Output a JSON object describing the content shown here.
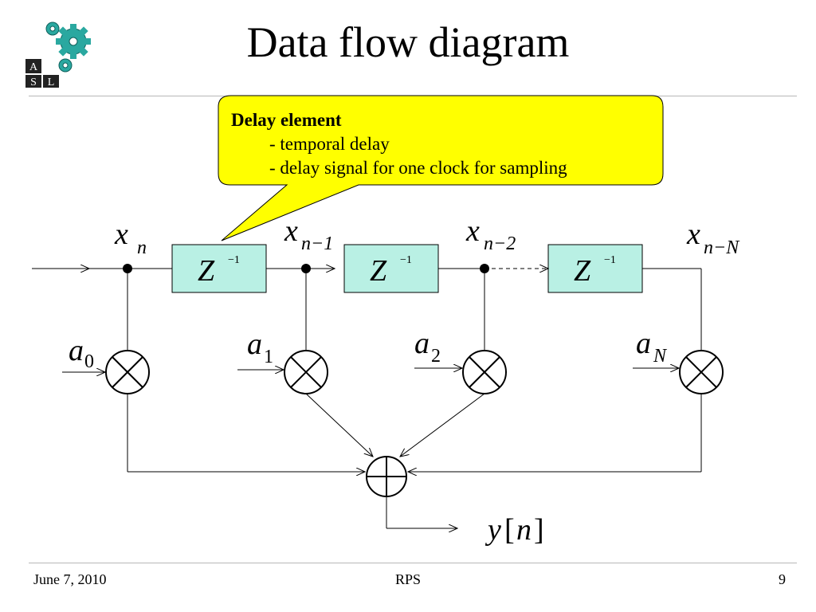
{
  "title": "Data flow diagram",
  "callout": {
    "heading": "Delay element",
    "lines": [
      "- temporal delay",
      "- delay signal for one clock for sampling"
    ]
  },
  "logo_letters": [
    "A",
    "S",
    "L"
  ],
  "diagram": {
    "delay_label": "Z",
    "delay_exp": "−1",
    "x_labels": [
      {
        "base": "x",
        "sub": "n"
      },
      {
        "base": "x",
        "sub": "n−1"
      },
      {
        "base": "x",
        "sub": "n−2"
      },
      {
        "base": "x",
        "sub": "n−N"
      }
    ],
    "coeffs": [
      {
        "base": "a",
        "sub": "0"
      },
      {
        "base": "a",
        "sub": "1"
      },
      {
        "base": "a",
        "sub": "2"
      },
      {
        "base": "a",
        "sub": "N"
      }
    ],
    "output": {
      "y": "y",
      "lb": "[",
      "n": "n",
      "rb": "]"
    }
  },
  "footer": {
    "date": "June 7, 2010",
    "center": "RPS",
    "page": "9"
  },
  "colors": {
    "callout_fill": "#ffff00",
    "delay_fill": "#b9f0e4",
    "gear": "#2aa8a0"
  }
}
